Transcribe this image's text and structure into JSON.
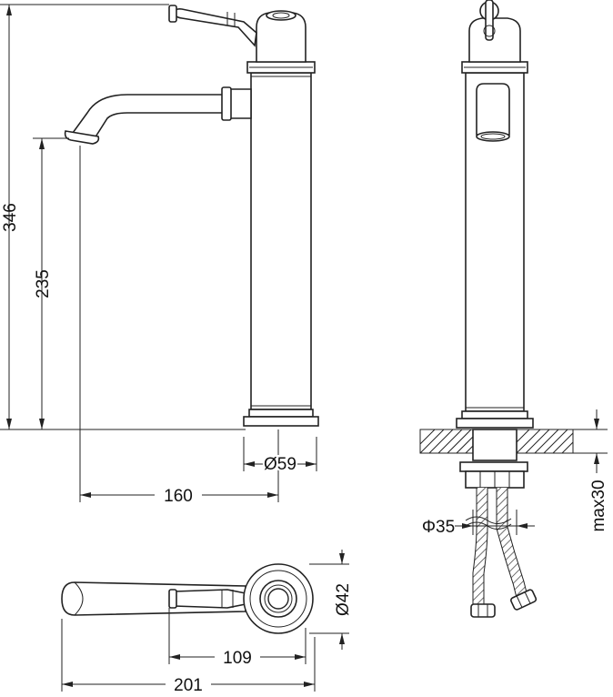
{
  "drawing": {
    "colors": {
      "line": "#222222",
      "background": "#ffffff"
    },
    "dimensions": {
      "total_height": "346",
      "spout_height": "235",
      "spout_reach": "160",
      "base_diameter": "Ø59",
      "hole_diameter": "Φ35",
      "max_deck_thickness": "max30",
      "handle_reach": "109",
      "overall_length": "201",
      "top_diameter": "Ø42"
    }
  }
}
